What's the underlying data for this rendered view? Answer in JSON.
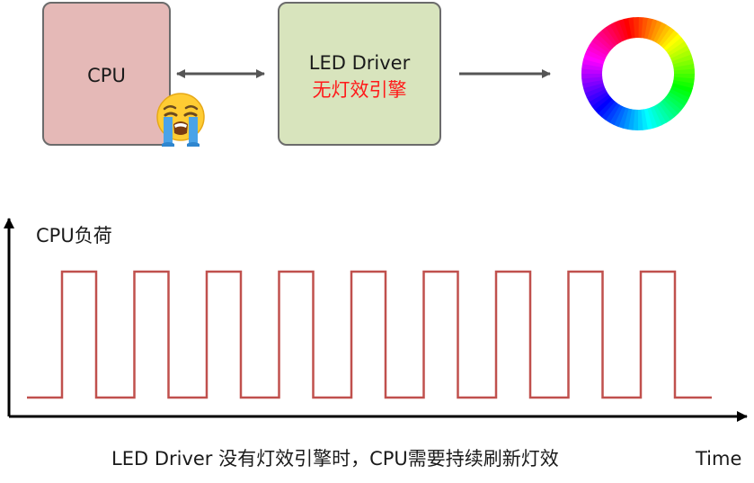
{
  "cpu_box": {
    "label": "CPU",
    "emoji": "crying-face-icon",
    "fill": "#e5b9b7"
  },
  "led_box": {
    "title": "LED Driver",
    "subtitle": "无灯效引擎",
    "subtitle_color": "#ff1a1a",
    "fill": "#d8e4bd"
  },
  "arrows": {
    "cpu_led": "bidirectional",
    "led_ring": "forward"
  },
  "color_ring": {
    "icon": "hue-color-ring-icon"
  },
  "chart": {
    "y_axis_label": "CPU负荷",
    "x_axis_label": "Time",
    "waveform_color": "#c0504d"
  },
  "chart_data": {
    "type": "line",
    "series": [
      {
        "values": [
          0,
          1,
          0,
          1,
          0,
          1,
          0,
          1,
          0,
          1,
          0,
          1,
          0,
          1,
          0,
          1,
          0,
          1,
          0
        ]
      }
    ],
    "ylabel": "CPU负荷",
    "xlabel": "Time",
    "grid": false,
    "pulse_count": 9
  },
  "caption": "LED Driver 没有灯效引擎时，CPU需要持续刷新灯效"
}
